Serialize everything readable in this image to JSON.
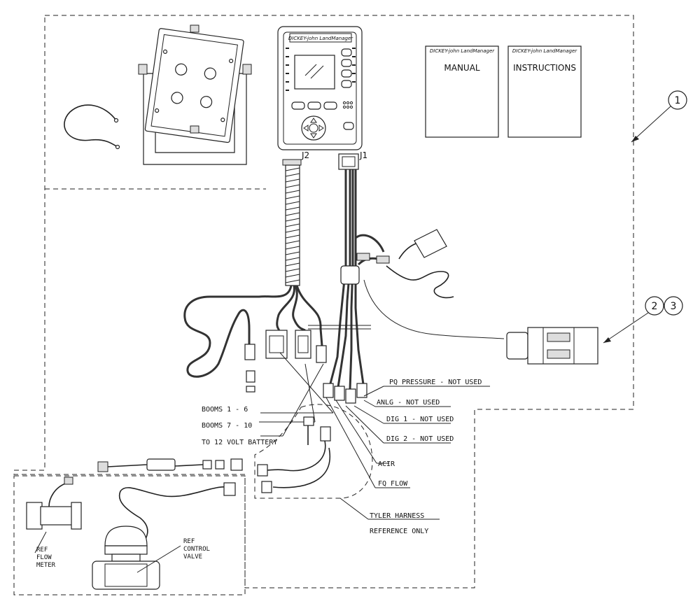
{
  "console": {
    "brand": "DICKEY-john LandManager",
    "j2_label": "J2",
    "j1_label": "J1"
  },
  "books": {
    "manual": {
      "brand": "DICKEY-john LandManager",
      "title": "MANUAL"
    },
    "instructions": {
      "brand": "DICKEY-john LandManager",
      "title": "INSTRUCTIONS"
    }
  },
  "balloons": [
    "1",
    "2",
    "3"
  ],
  "labels": {
    "booms_1_6": "BOOMS 1 - 6",
    "booms_7_10": "BOOMS 7 - 10",
    "battery": "TO 12 VOLT BATTERY",
    "pq_pressure": "PQ PRESSURE - NOT USED",
    "anlg": "ANLG - NOT USED",
    "dig1": "DIG 1 - NOT USED",
    "dig2": "DIG 2 - NOT USED",
    "acir": "ACIR",
    "fq_flow": "FQ FLOW",
    "tyler_1": "TYLER HARNESS",
    "tyler_2": "REFERENCE ONLY",
    "ref_flow_1": "REF",
    "ref_flow_2": "FLOW",
    "ref_flow_3": "METER",
    "ref_valve_1": "REF",
    "ref_valve_2": "CONTROL",
    "ref_valve_3": "VALVE"
  }
}
